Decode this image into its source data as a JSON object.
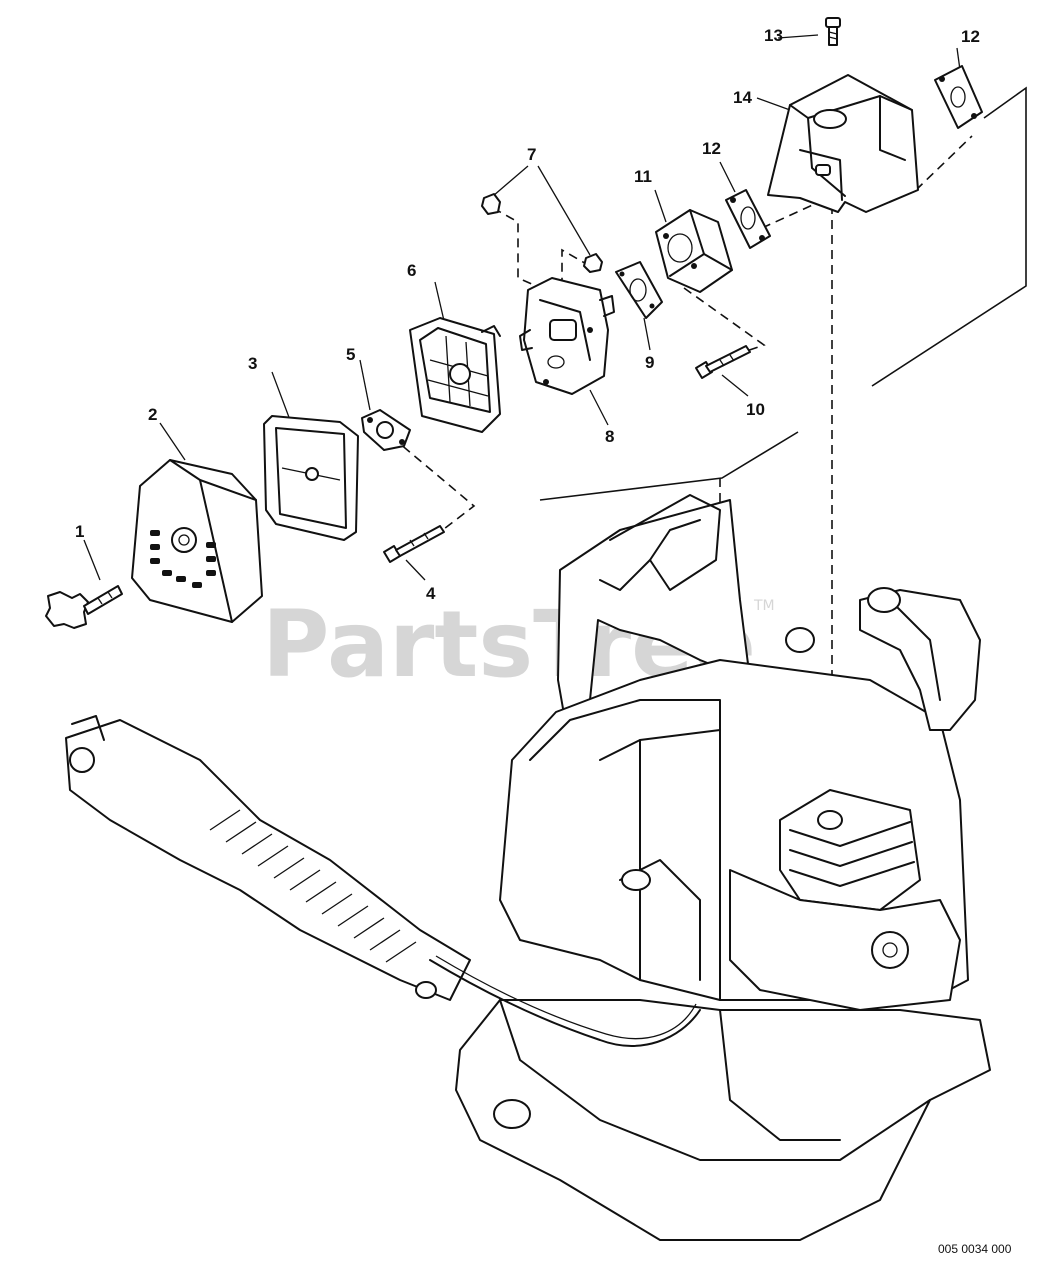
{
  "watermark": {
    "text": "PartsTree",
    "tm": "TM"
  },
  "callouts": [
    {
      "id": "c1",
      "label": "1"
    },
    {
      "id": "c2",
      "label": "2"
    },
    {
      "id": "c3",
      "label": "3"
    },
    {
      "id": "c4",
      "label": "4"
    },
    {
      "id": "c5",
      "label": "5"
    },
    {
      "id": "c6",
      "label": "6"
    },
    {
      "id": "c7",
      "label": "7"
    },
    {
      "id": "c8",
      "label": "8"
    },
    {
      "id": "c9",
      "label": "9"
    },
    {
      "id": "c10",
      "label": "10"
    },
    {
      "id": "c11",
      "label": "11"
    },
    {
      "id": "c12a",
      "label": "12"
    },
    {
      "id": "c12b",
      "label": "12"
    },
    {
      "id": "c13",
      "label": "13"
    },
    {
      "id": "c14",
      "label": "14"
    }
  ],
  "diagram_code": "005 0034 000"
}
